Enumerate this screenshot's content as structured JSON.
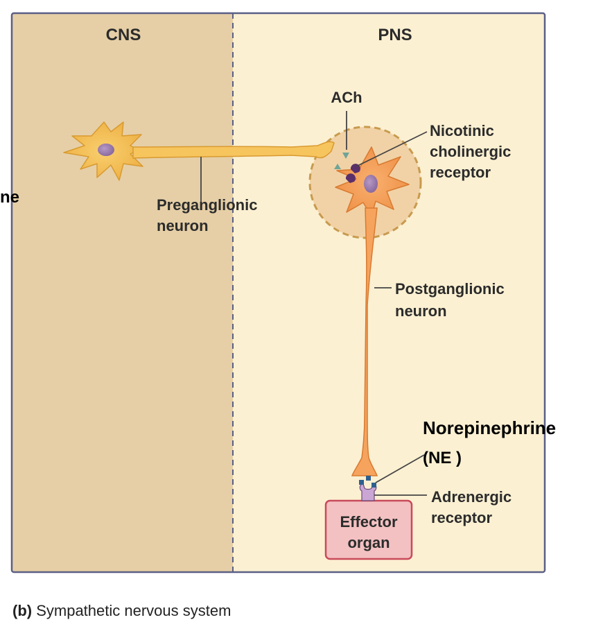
{
  "headers": {
    "cns": "CNS",
    "pns": "PNS"
  },
  "neurotransmitters": {
    "ach": "ACh",
    "ne_line1": "Norepinephrine",
    "ne_line2": "(NE )"
  },
  "labels": {
    "nicotinic": [
      "Nicotinic",
      "cholinergic",
      "receptor"
    ],
    "preganglionic": [
      "Preganglionic",
      "neuron"
    ],
    "postganglionic": [
      "Postganglionic",
      "neuron"
    ],
    "adrenergic": [
      "Adrenergic",
      "receptor"
    ],
    "effector": [
      "Effector",
      "organ"
    ],
    "left_fragment": "ne"
  },
  "caption": {
    "part": "(b)",
    "text": " Sympathetic nervous system"
  },
  "colors": {
    "cns_bg": "#e6cfa6",
    "pns_bg": "#fbf0d2",
    "border": "#5a5f86",
    "neuron_pre": "#f7c55e",
    "neuron_post": "#f6a35e",
    "ganglion": "#f1d2a6",
    "effector_fill": "#f3c1c2",
    "effector_border": "#c94a5a",
    "ach_particle": "#6fa497",
    "receptor_purple": "#5a2f6a",
    "ne_particle": "#2f5f8f"
  }
}
